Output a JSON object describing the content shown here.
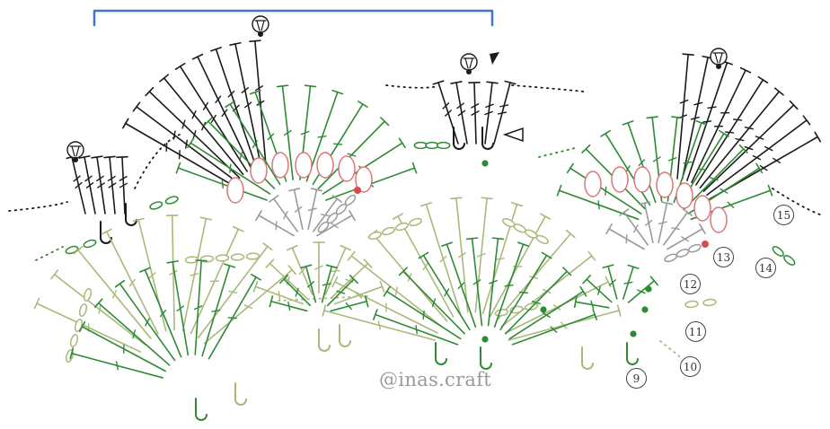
{
  "watermark": "@inas.craft",
  "round_labels": [
    "9",
    "10",
    "11",
    "12",
    "13",
    "14",
    "15"
  ],
  "colors": {
    "black": "#1a1a1a",
    "dark_green": "#2f8a35",
    "light_green": "#a9b97a",
    "pink": "#d9777a",
    "gray": "#9a9a9a",
    "bracket_blue": "#3d78c8",
    "red_dot": "#d94b4b"
  },
  "icons": [
    "start-marker-icon",
    "fasten-off-arrow-icon",
    "join-triangle-icon"
  ]
}
